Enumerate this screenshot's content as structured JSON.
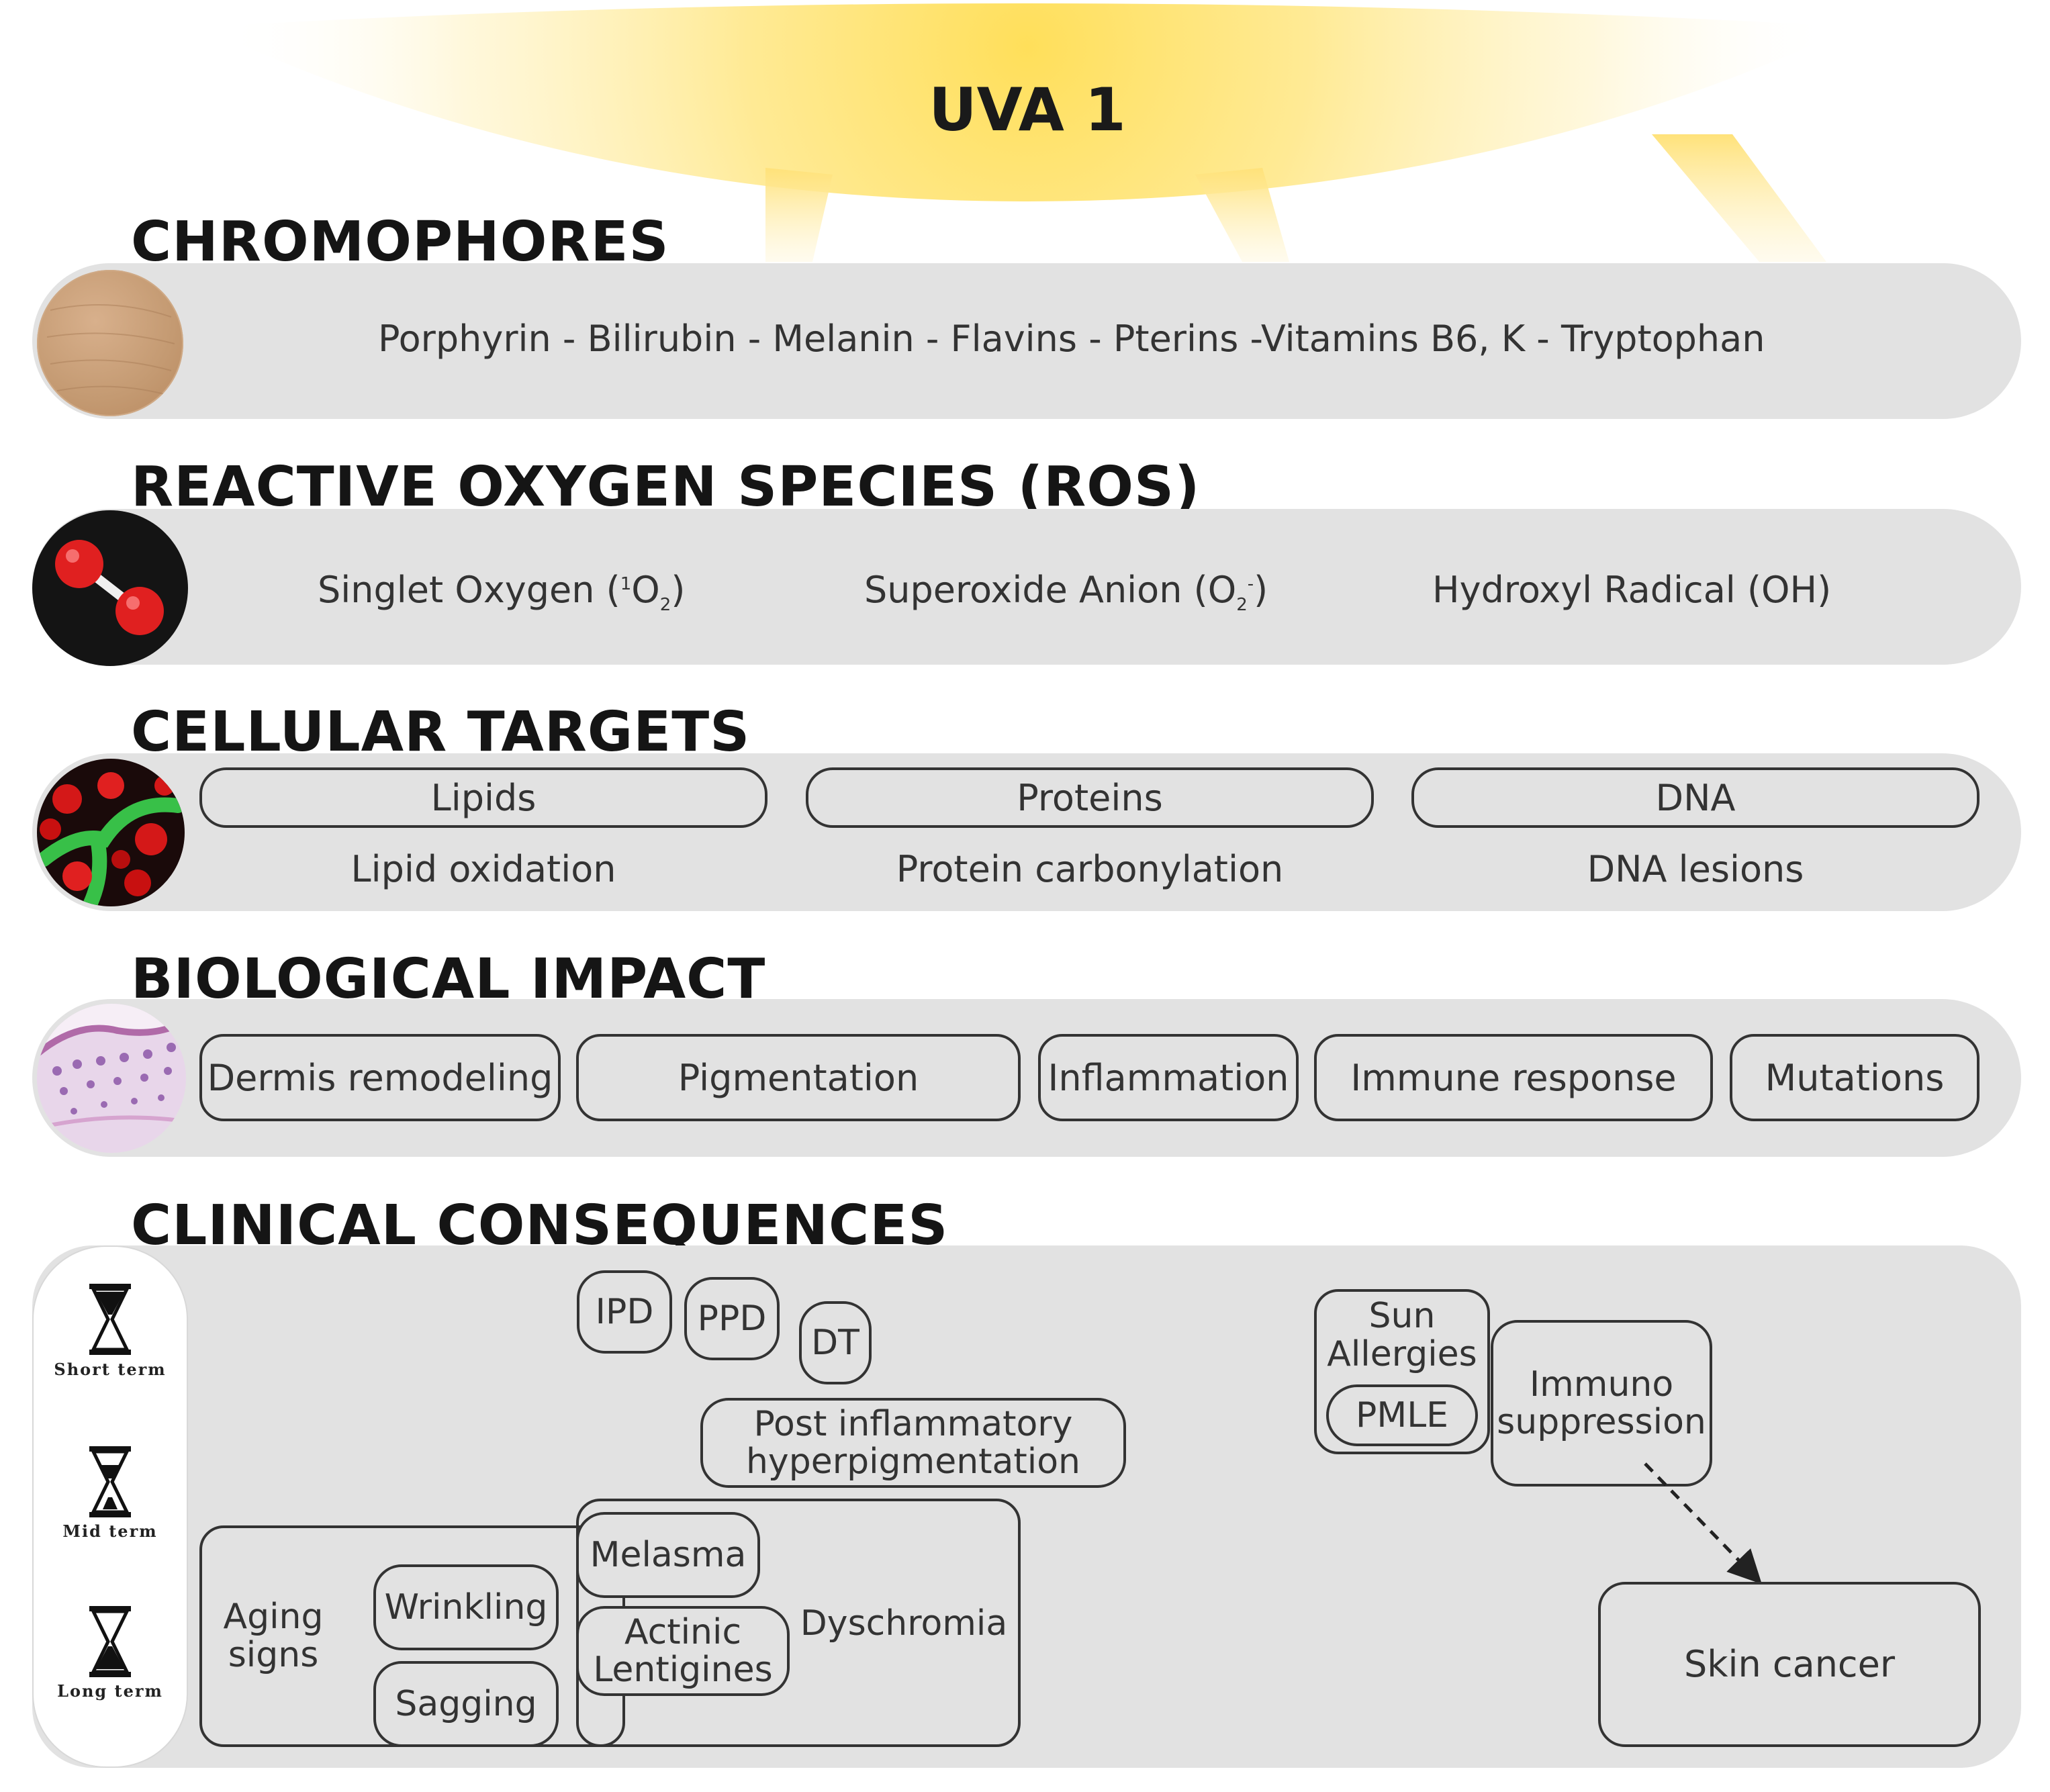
{
  "title": "UVA 1",
  "sections": {
    "chromophores": {
      "heading": "CHROMOPHORES",
      "text": "Porphyrin - Bilirubin - Melanin - Flavins - Pterins -Vitamins B6, K - Tryptophan",
      "icon": "skin-texture-icon"
    },
    "ros": {
      "heading": "REACTIVE OXYGEN SPECIES (ROS)",
      "icon": "oxygen-molecule-icon",
      "items": [
        {
          "pre": "Singlet Oxygen (",
          "sup": "1",
          "base": "O",
          "sub": "2",
          "sup2": "",
          "post": ")"
        },
        {
          "pre": "Superoxide Anion (",
          "sup": "",
          "base": "O",
          "sub": "2",
          "sup2": "-",
          "post": ")"
        },
        {
          "pre": "Hydroxyl Radical (OH",
          "sup": "",
          "base": "",
          "sub": "",
          "sup2": "",
          "post": ")"
        }
      ]
    },
    "cellular_targets": {
      "heading": "CELLULAR TARGETS",
      "icon": "cells-microscopy-icon",
      "targets": [
        {
          "label": "Lipids",
          "effect": "Lipid oxidation"
        },
        {
          "label": "Proteins",
          "effect": "Protein carbonylation"
        },
        {
          "label": "DNA",
          "effect": "DNA lesions"
        }
      ]
    },
    "biological_impact": {
      "heading": "BIOLOGICAL IMPACT",
      "icon": "skin-histology-icon",
      "items": [
        "Dermis remodeling",
        "Pigmentation",
        "Inflammation",
        "Immune response",
        "Mutations"
      ]
    },
    "clinical_consequences": {
      "heading": "CLINICAL CONSEQUENCES",
      "timeline": [
        "Short term",
        "Mid term",
        "Long term"
      ],
      "ipd": "IPD",
      "ppd": "PPD",
      "dt": "DT",
      "pih": "Post inflammatory hyperpigmentation",
      "sun_allergies": "Sun Allergies",
      "pmle": "PMLE",
      "immuno": "Immuno suppression",
      "aging_signs": "Aging signs",
      "wrinkling": "Wrinkling",
      "sagging": "Sagging",
      "melasma": "Melasma",
      "actinic": "Actinic Lentigines",
      "dyschromia": "Dyschromia",
      "skin_cancer": "Skin cancer"
    }
  },
  "colors": {
    "sun_core": "#ffe680",
    "sun_ray": "#fff1b3",
    "band": "#e2e2e2",
    "outline": "#333333",
    "molecule_red": "#e02020"
  }
}
